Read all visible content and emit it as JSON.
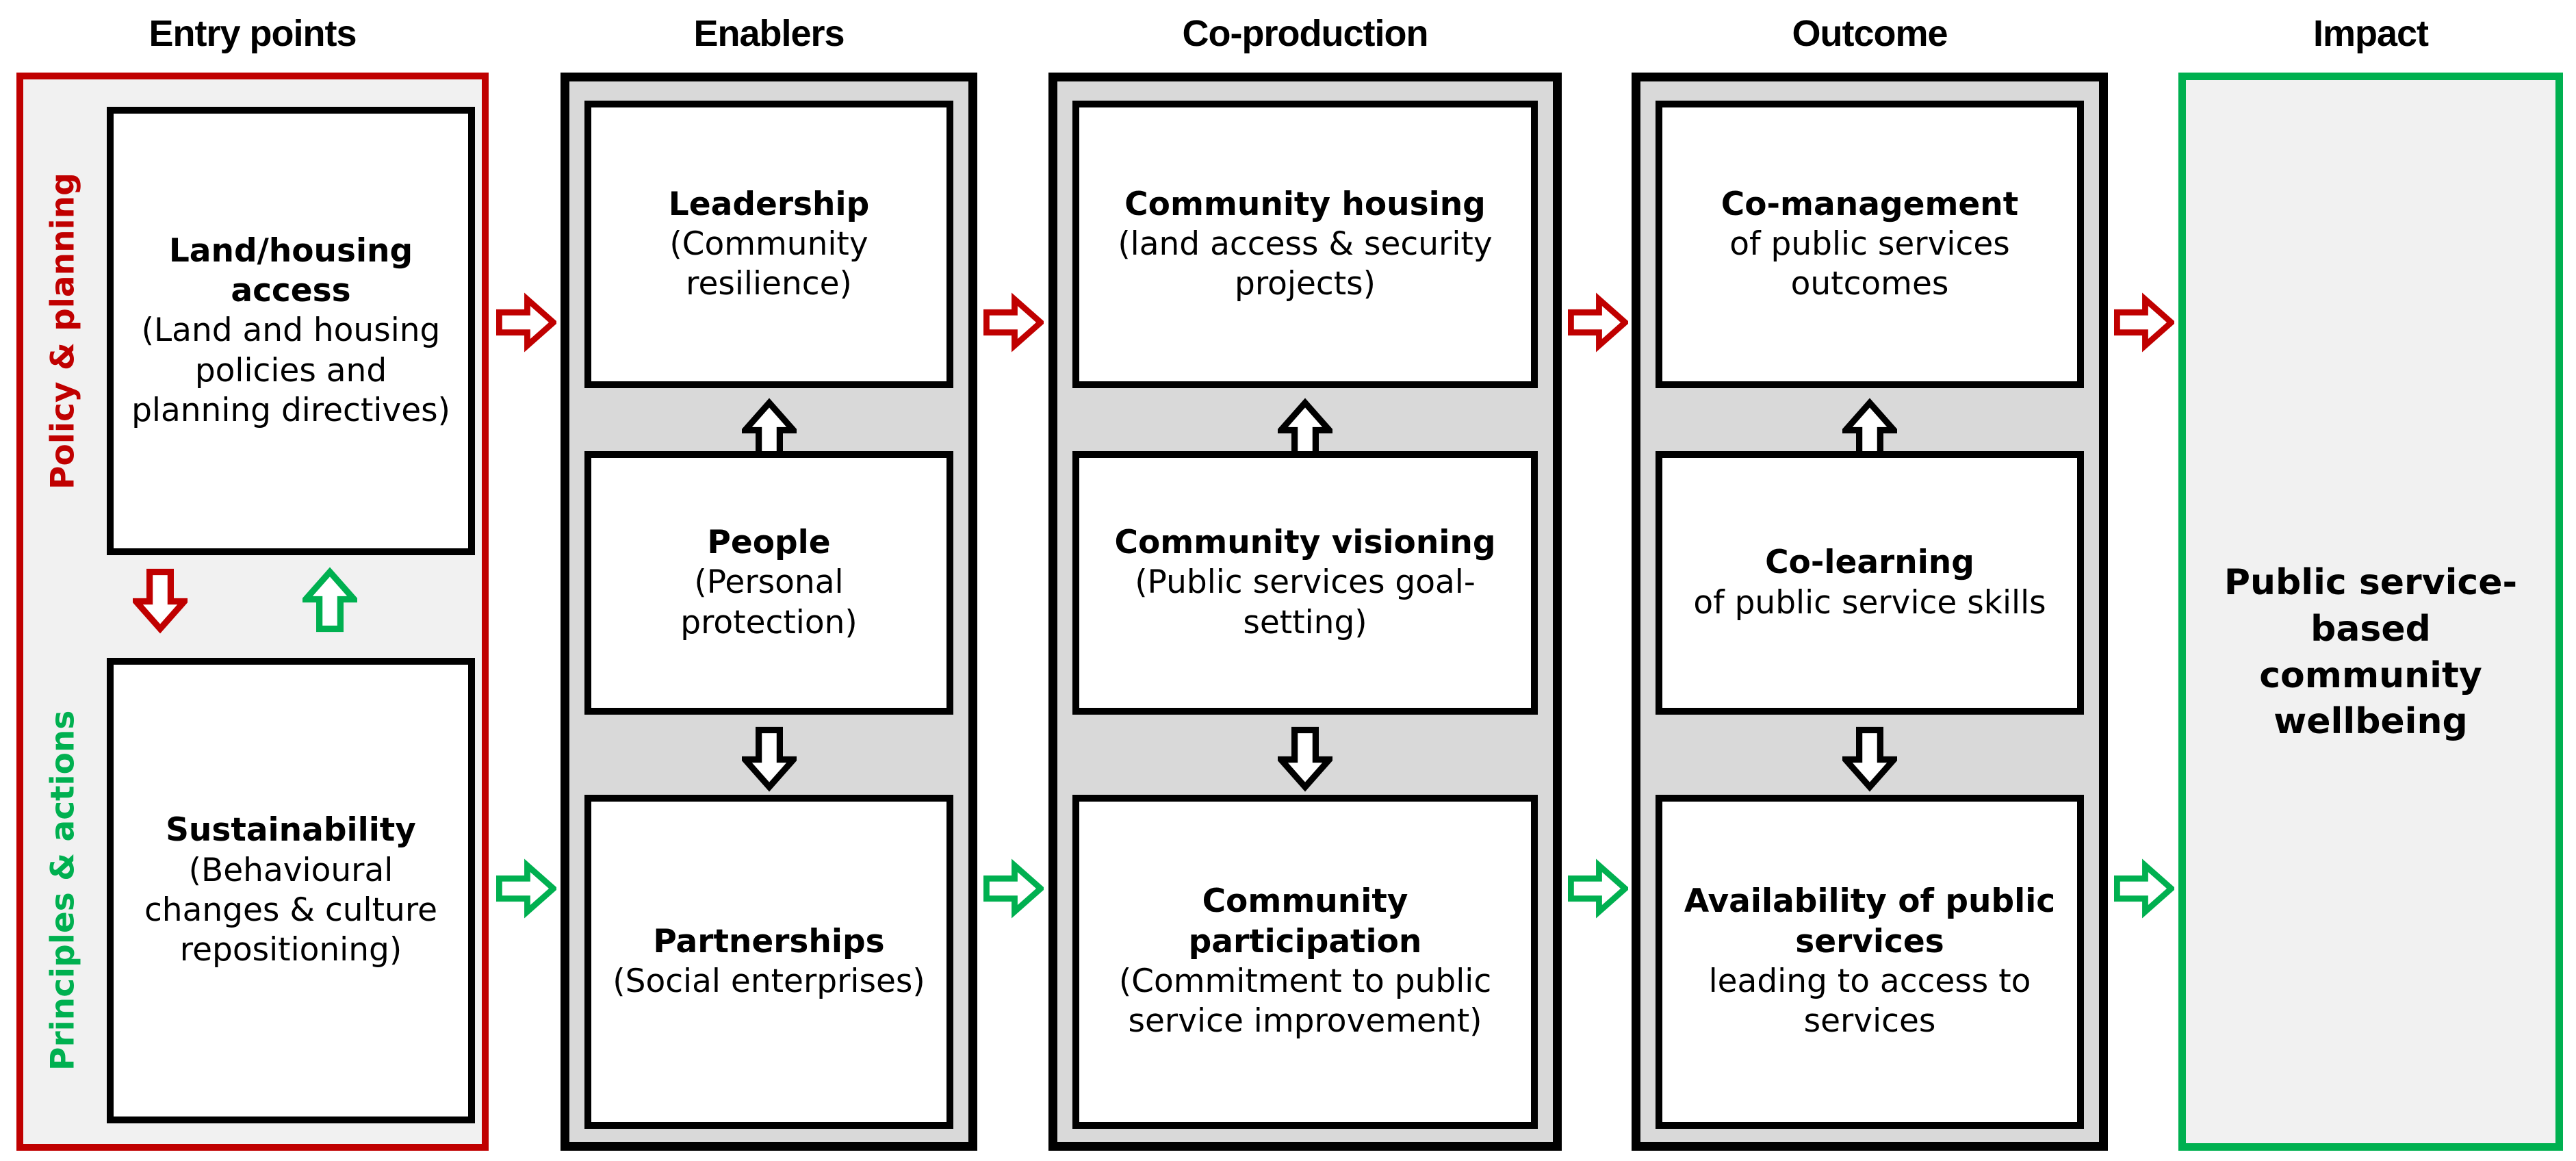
{
  "palette": {
    "accent_red": "#C00000",
    "accent_green": "#00B050",
    "column_gray": "#D9D9D9",
    "panel_light_gray": "#F1F1F1",
    "box_white": "#FFFFFF",
    "border_black": "#000000"
  },
  "headers": {
    "entry": "Entry points",
    "enablers": "Enablers",
    "coproduction": "Co-production",
    "outcome": "Outcome",
    "impact": "Impact"
  },
  "entry": {
    "side_label_top": "Policy & planning",
    "side_label_bottom": "Principles & actions",
    "box_top": {
      "title": "Land/housing access",
      "detail": "(Land and housing policies and planning directives)"
    },
    "box_bottom": {
      "title": "Sustainability",
      "detail": "(Behavioural changes & culture repositioning)"
    }
  },
  "enablers": {
    "box_top": {
      "title": "Leadership",
      "detail": "(Community resilience)"
    },
    "box_middle": {
      "title": "People",
      "detail": "(Personal protection)"
    },
    "box_bottom": {
      "title": "Partnerships",
      "detail": "(Social enterprises)"
    }
  },
  "coproduction": {
    "box_top": {
      "title": "Community housing",
      "detail": "(land access & security projects)"
    },
    "box_middle": {
      "title": "Community visioning",
      "detail": "(Public services goal-setting)"
    },
    "box_bottom": {
      "title": "Community participation",
      "detail": "(Commitment to public service improvement)"
    }
  },
  "outcome": {
    "box_top": {
      "title": "Co-management",
      "detail": "of public services outcomes"
    },
    "box_middle": {
      "title": "Co-learning",
      "detail": "of public service skills"
    },
    "box_bottom": {
      "title": "Availability of public services",
      "detail": "leading to access to services"
    }
  },
  "impact": {
    "text": "Public service-based community wellbeing"
  }
}
